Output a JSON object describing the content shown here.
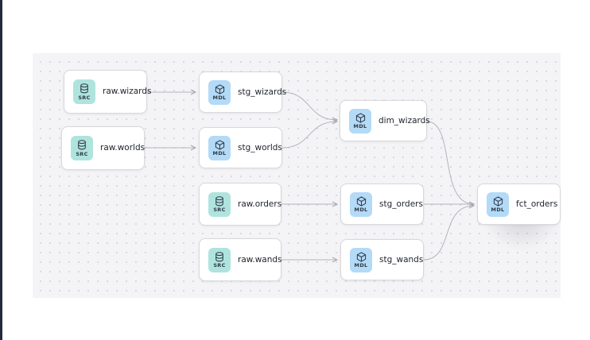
{
  "app": {
    "view": "data-lineage-graph"
  },
  "colors": {
    "page_background": "#ffffff",
    "canvas_background": "#f4f4f6",
    "canvas_dot": "#d7d7dd",
    "node_background": "#ffffff",
    "node_border": "#d8d8dd",
    "edge": "#b3b3bb",
    "source_badge": "#afe4de",
    "model_badge": "#b3daf7",
    "window_strip": "#232b3b"
  },
  "nodes": [
    {
      "id": "raw.wizards",
      "label": "raw.wizards",
      "badge": "SRC",
      "kind": "source",
      "icon": "database-icon"
    },
    {
      "id": "stg_wizards",
      "label": "stg_wizards",
      "badge": "MDL",
      "kind": "model",
      "icon": "cube-icon"
    },
    {
      "id": "raw.worlds",
      "label": "raw.worlds",
      "badge": "SRC",
      "kind": "source",
      "icon": "database-icon"
    },
    {
      "id": "stg_worlds",
      "label": "stg_worlds",
      "badge": "MDL",
      "kind": "model",
      "icon": "cube-icon"
    },
    {
      "id": "dim_wizards",
      "label": "dim_wizards",
      "badge": "MDL",
      "kind": "model",
      "icon": "cube-icon"
    },
    {
      "id": "raw.orders",
      "label": "raw.orders",
      "badge": "SRC",
      "kind": "source",
      "icon": "database-icon"
    },
    {
      "id": "stg_orders",
      "label": "stg_orders",
      "badge": "MDL",
      "kind": "model",
      "icon": "cube-icon"
    },
    {
      "id": "raw.wands",
      "label": "raw.wands",
      "badge": "SRC",
      "kind": "source",
      "icon": "database-icon"
    },
    {
      "id": "stg_wands",
      "label": "stg_wands",
      "badge": "MDL",
      "kind": "model",
      "icon": "cube-icon"
    },
    {
      "id": "fct_orders",
      "label": "fct_orders",
      "badge": "MDL",
      "kind": "model",
      "icon": "cube-icon",
      "highlighted": true
    }
  ],
  "edges": [
    {
      "from": "raw.wizards",
      "to": "stg_wizards"
    },
    {
      "from": "raw.worlds",
      "to": "stg_worlds"
    },
    {
      "from": "stg_wizards",
      "to": "dim_wizards"
    },
    {
      "from": "stg_worlds",
      "to": "dim_wizards"
    },
    {
      "from": "raw.orders",
      "to": "stg_orders"
    },
    {
      "from": "raw.wands",
      "to": "stg_wands"
    },
    {
      "from": "dim_wizards",
      "to": "fct_orders"
    },
    {
      "from": "stg_orders",
      "to": "fct_orders"
    },
    {
      "from": "stg_wands",
      "to": "fct_orders"
    }
  ]
}
